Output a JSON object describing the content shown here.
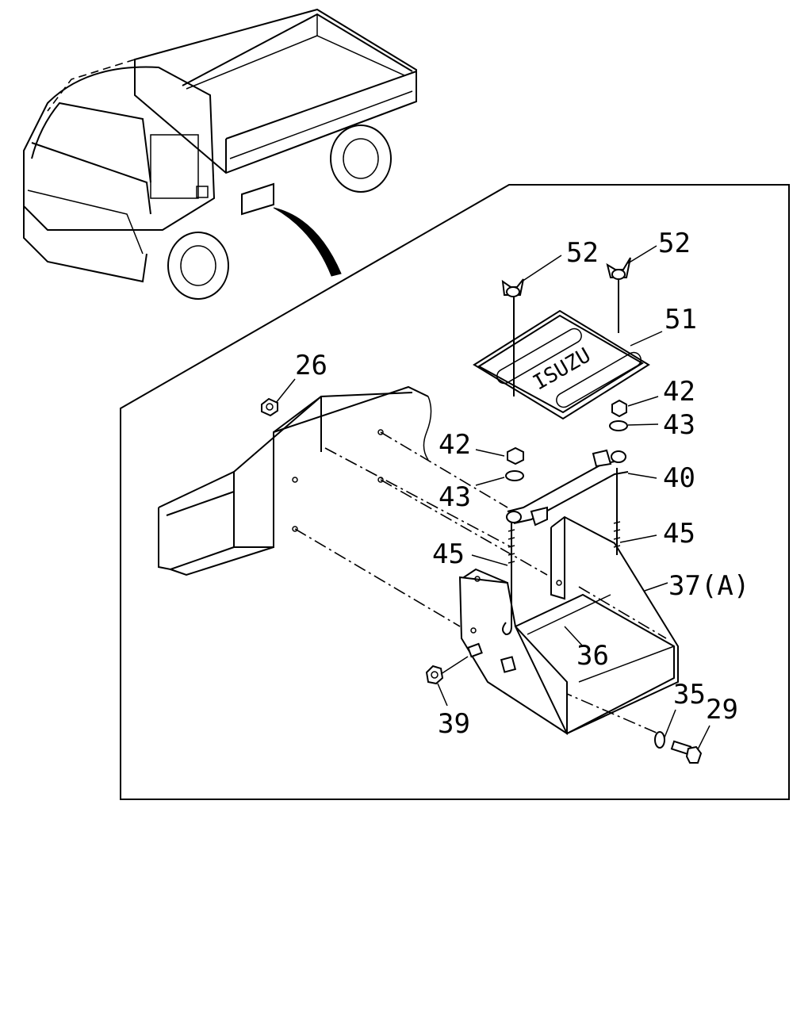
{
  "logo_text": "ISUZU",
  "callouts": {
    "c26": "26",
    "c52a": "52",
    "c52b": "52",
    "c51": "51",
    "c42a": "42",
    "c43a": "43",
    "c42b": "42",
    "c43b": "43",
    "c40": "40",
    "c45a": "45",
    "c45b": "45",
    "c37": "37(A)",
    "c36": "36",
    "c35": "35",
    "c29": "29",
    "c39": "39"
  }
}
